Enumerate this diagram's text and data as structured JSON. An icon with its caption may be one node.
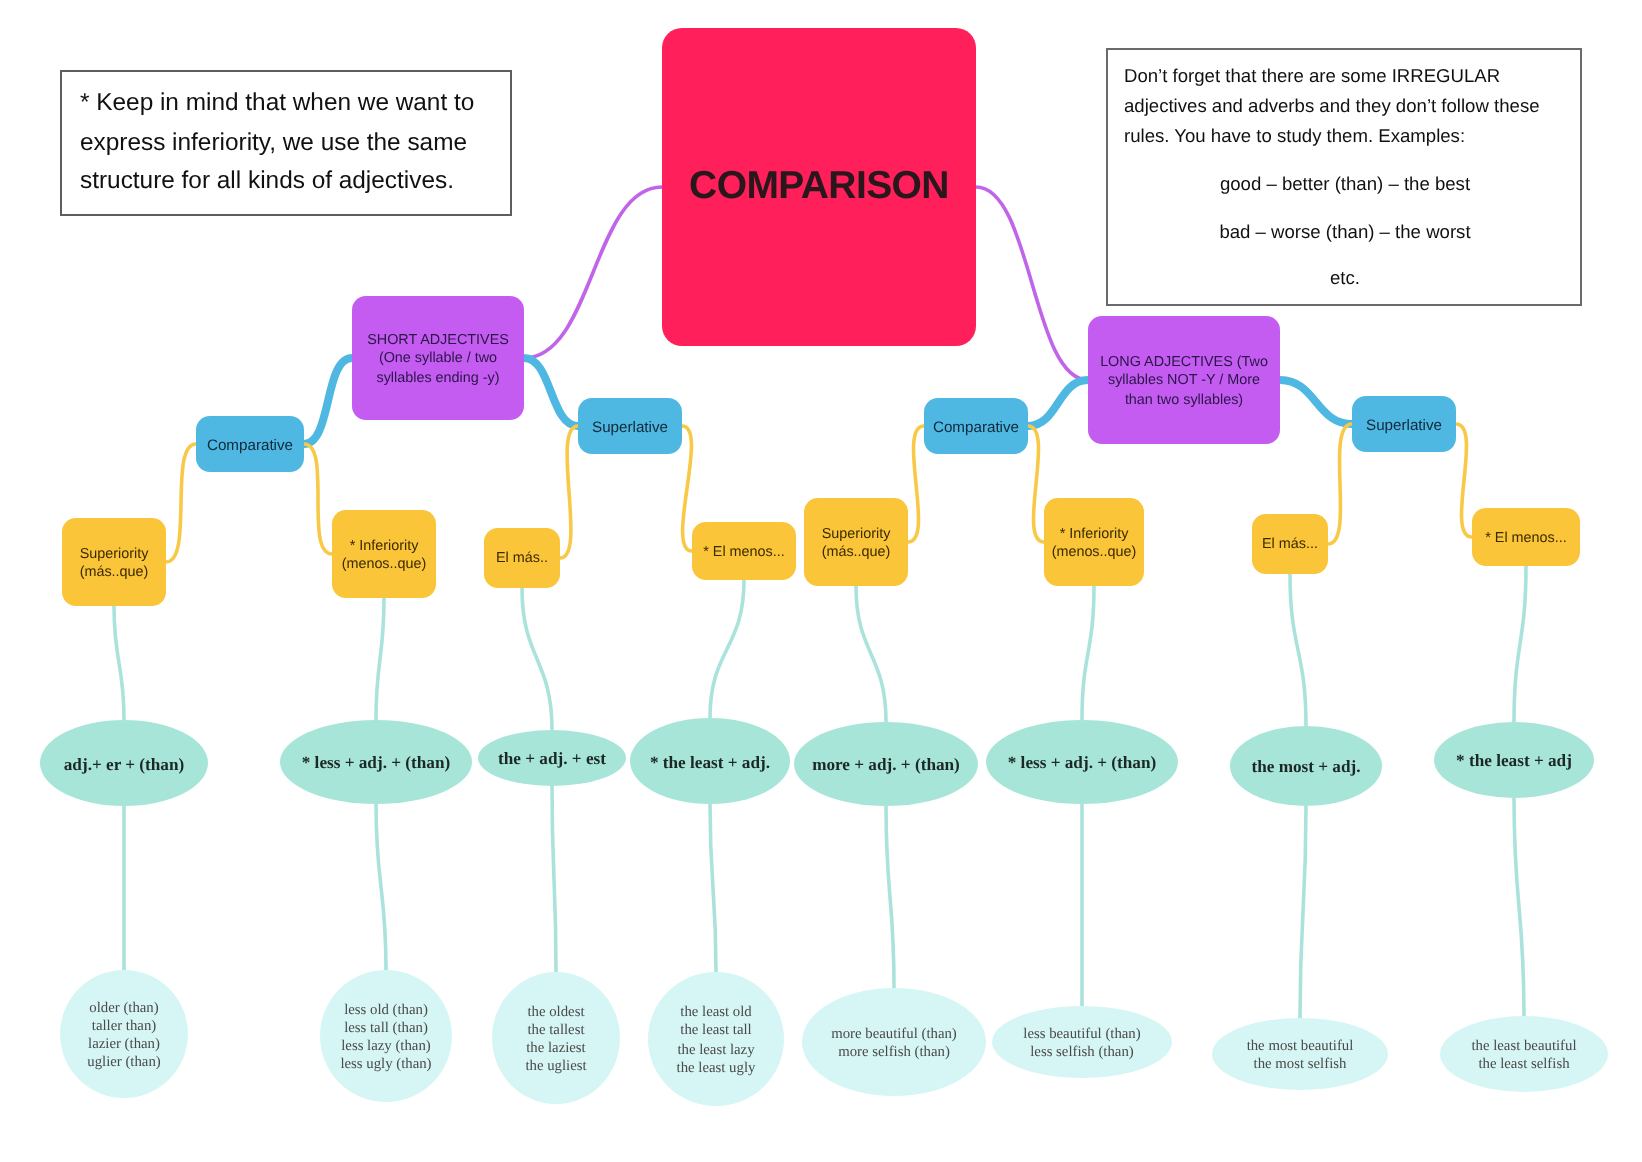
{
  "diagram": {
    "nodes": [
      {
        "text": [
          "* Keep in mind that when we want to express inferiority, we use the same structure for all kinds of adjectives."
        ]
      },
      {
        "text": [
          "COMPARISON"
        ]
      },
      {
        "text": [
          "Don’t forget that there are some IRREGULAR adjectives and adverbs and they don’t follow these rules. You have to study them. Examples:",
          "good – better (than) – the best",
          "bad – worse (than) – the worst",
          "etc."
        ]
      },
      {
        "text": [
          "SHORT ADJECTIVES (One syllable / two syllables ending -y)"
        ]
      },
      {
        "text": [
          "LONG ADJECTIVES (Two syllables NOT -Y / More than two syllables)"
        ]
      },
      {
        "text": [
          "Comparative"
        ]
      },
      {
        "text": [
          "Superlative"
        ]
      },
      {
        "text": [
          "Comparative"
        ]
      },
      {
        "text": [
          "Superlative"
        ]
      },
      {
        "text": [
          "Superiority (más..que)"
        ]
      },
      {
        "text": [
          "* Inferiority (menos..que)"
        ]
      },
      {
        "text": [
          "El más.."
        ]
      },
      {
        "text": [
          "* El menos..."
        ]
      },
      {
        "text": [
          "Superiority (más..que)"
        ]
      },
      {
        "text": [
          "* Inferiority (menos..que)"
        ]
      },
      {
        "text": [
          "El más..."
        ]
      },
      {
        "text": [
          "* El menos..."
        ]
      },
      {
        "text": [
          "adj.+ er + (than)"
        ]
      },
      {
        "text": [
          "* less + adj. + (than)"
        ]
      },
      {
        "text": [
          "the + adj. + est"
        ]
      },
      {
        "text": [
          "* the least + adj."
        ]
      },
      {
        "text": [
          "more + adj. + (than)"
        ]
      },
      {
        "text": [
          "* less + adj. + (than)"
        ]
      },
      {
        "text": [
          "the most + adj."
        ]
      },
      {
        "text": [
          "* the least + adj"
        ]
      },
      {
        "text": [
          "older (than)",
          "taller than)",
          "lazier (than)",
          "uglier (than)"
        ]
      },
      {
        "text": [
          "less old (than)",
          "less tall (than)",
          "less lazy (than)",
          "less ugly (than)"
        ]
      },
      {
        "text": [
          "the oldest",
          "the tallest",
          "the laziest",
          "the ugliest"
        ]
      },
      {
        "text": [
          "the least old",
          "the least tall",
          "the least lazy",
          "the least ugly"
        ]
      },
      {
        "text": [
          "more beautiful (than)",
          "more selfish (than)"
        ]
      },
      {
        "text": [
          "less beautiful (than)",
          "less selfish (than)"
        ]
      },
      {
        "text": [
          "the most beautiful",
          "the most selfish"
        ]
      },
      {
        "text": [
          "the least beautiful",
          "the least selfish"
        ]
      }
    ],
    "edges": [
      {
        "from": 1,
        "to": 3,
        "arrow": "none",
        "color": "#c064ea"
      },
      {
        "from": 1,
        "to": 4,
        "arrow": "none",
        "color": "#c064ea"
      },
      {
        "from": 3,
        "to": 5,
        "arrow": "none",
        "style": "thick",
        "color": "#4fb8e2"
      },
      {
        "from": 3,
        "to": 6,
        "arrow": "none",
        "style": "thick",
        "color": "#4fb8e2"
      },
      {
        "from": 4,
        "to": 7,
        "arrow": "none",
        "style": "thick",
        "color": "#4fb8e2"
      },
      {
        "from": 4,
        "to": 8,
        "arrow": "none",
        "style": "thick",
        "color": "#4fb8e2"
      },
      {
        "from": 5,
        "to": 9,
        "arrow": "none",
        "color": "#f8c947"
      },
      {
        "from": 5,
        "to": 10,
        "arrow": "none",
        "color": "#f8c947"
      },
      {
        "from": 6,
        "to": 11,
        "arrow": "none",
        "color": "#f8c947"
      },
      {
        "from": 6,
        "to": 12,
        "arrow": "none",
        "color": "#f8c947"
      },
      {
        "from": 7,
        "to": 13,
        "arrow": "none",
        "color": "#f8c947"
      },
      {
        "from": 7,
        "to": 14,
        "arrow": "none",
        "color": "#f8c947"
      },
      {
        "from": 8,
        "to": 15,
        "arrow": "none",
        "color": "#f8c947"
      },
      {
        "from": 8,
        "to": 16,
        "arrow": "none",
        "color": "#f8c947"
      },
      {
        "from": 9,
        "to": 17,
        "arrow": "none"
      },
      {
        "from": 10,
        "to": 18,
        "arrow": "none"
      },
      {
        "from": 11,
        "to": 19,
        "arrow": "none"
      },
      {
        "from": 12,
        "to": 20,
        "arrow": "none"
      },
      {
        "from": 13,
        "to": 21,
        "arrow": "none"
      },
      {
        "from": 14,
        "to": 22,
        "arrow": "none"
      },
      {
        "from": 15,
        "to": 23,
        "arrow": "none"
      },
      {
        "from": 16,
        "to": 24,
        "arrow": "none"
      },
      {
        "from": 17,
        "to": 25,
        "arrow": "none"
      },
      {
        "from": 18,
        "to": 26,
        "arrow": "none"
      },
      {
        "from": 19,
        "to": 27,
        "arrow": "none"
      },
      {
        "from": 20,
        "to": 28,
        "arrow": "none"
      },
      {
        "from": 21,
        "to": 29,
        "arrow": "none"
      },
      {
        "from": 22,
        "to": 30,
        "arrow": "none"
      },
      {
        "from": 23,
        "to": 31,
        "arrow": "none"
      },
      {
        "from": 24,
        "to": 32,
        "arrow": "none"
      }
    ]
  }
}
